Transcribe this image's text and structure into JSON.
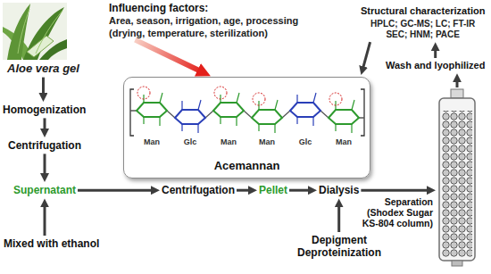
{
  "diagram": {
    "nodes": [
      {
        "text": [
          "Aloe vera gel"
        ]
      },
      {
        "text": [
          "Influencing factors:",
          "Area, season, irrigation, age, processing (drying, temperature, sterilization)"
        ]
      },
      {
        "text": [
          "Acemannan"
        ]
      },
      {
        "text": [
          "Structural characterization",
          "HPLC; GC-MS; LC; FT-IR SEC; HNM; PACE"
        ]
      },
      {
        "text": [
          "Wash and lyophilized"
        ]
      },
      {
        "text": [
          "Homogenization"
        ]
      },
      {
        "text": [
          "Centrifugation"
        ]
      },
      {
        "text": [
          "Supernatant"
        ]
      },
      {
        "text": [
          "Mixed with ethanol"
        ]
      },
      {
        "text": [
          "Centrifugation"
        ]
      },
      {
        "text": [
          "Pellet"
        ]
      },
      {
        "text": [
          "Dialysis"
        ]
      },
      {
        "text": [
          "Depigment Deproteinization"
        ]
      },
      {
        "text": [
          "Separation (Shodex Sugar KS-804 column)"
        ]
      }
    ],
    "edges": [
      {
        "from": 0,
        "to": 5,
        "arrow": "to"
      },
      {
        "from": 5,
        "to": 6,
        "arrow": "to"
      },
      {
        "from": 6,
        "to": 7,
        "arrow": "to"
      },
      {
        "from": 8,
        "to": 7,
        "arrow": "to"
      },
      {
        "from": 7,
        "to": 9,
        "arrow": "to"
      },
      {
        "from": 9,
        "to": 10,
        "arrow": "to"
      },
      {
        "from": 10,
        "to": 11,
        "arrow": "to"
      },
      {
        "from": 12,
        "to": 11,
        "arrow": "to"
      },
      {
        "from": 11,
        "to": 13,
        "arrow": "to"
      },
      {
        "from": 13,
        "to": 4,
        "arrow": "to"
      },
      {
        "from": 4,
        "to": 3,
        "arrow": "to"
      },
      {
        "from": 3,
        "to": 2,
        "arrow": "to"
      },
      {
        "from": 1,
        "to": 2,
        "arrow": "to"
      }
    ],
    "labels": [
      "Man",
      "Glc",
      "Man",
      "Man",
      "Glc",
      "Man"
    ]
  }
}
